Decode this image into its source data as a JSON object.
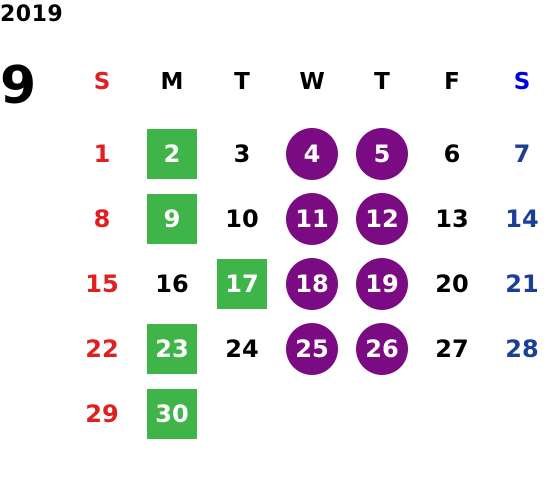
{
  "calendar": {
    "year": "2019",
    "month": "9",
    "weekdays": [
      "S",
      "M",
      "T",
      "W",
      "T",
      "F",
      "S"
    ],
    "weeks": [
      [
        {
          "d": "1",
          "m": ""
        },
        {
          "d": "2",
          "m": "green"
        },
        {
          "d": "3",
          "m": ""
        },
        {
          "d": "4",
          "m": "purple"
        },
        {
          "d": "5",
          "m": "purple"
        },
        {
          "d": "6",
          "m": ""
        },
        {
          "d": "7",
          "m": ""
        }
      ],
      [
        {
          "d": "8",
          "m": ""
        },
        {
          "d": "9",
          "m": "green"
        },
        {
          "d": "10",
          "m": ""
        },
        {
          "d": "11",
          "m": "purple"
        },
        {
          "d": "12",
          "m": "purple"
        },
        {
          "d": "13",
          "m": ""
        },
        {
          "d": "14",
          "m": ""
        }
      ],
      [
        {
          "d": "15",
          "m": ""
        },
        {
          "d": "16",
          "m": ""
        },
        {
          "d": "17",
          "m": "green"
        },
        {
          "d": "18",
          "m": "purple"
        },
        {
          "d": "19",
          "m": "purple"
        },
        {
          "d": "20",
          "m": ""
        },
        {
          "d": "21",
          "m": ""
        }
      ],
      [
        {
          "d": "22",
          "m": ""
        },
        {
          "d": "23",
          "m": "green"
        },
        {
          "d": "24",
          "m": ""
        },
        {
          "d": "25",
          "m": "purple"
        },
        {
          "d": "26",
          "m": "purple"
        },
        {
          "d": "27",
          "m": ""
        },
        {
          "d": "28",
          "m": ""
        }
      ],
      [
        {
          "d": "29",
          "m": ""
        },
        {
          "d": "30",
          "m": "green"
        },
        {
          "d": "",
          "m": ""
        },
        {
          "d": "",
          "m": ""
        },
        {
          "d": "",
          "m": ""
        },
        {
          "d": "",
          "m": ""
        },
        {
          "d": "",
          "m": ""
        }
      ]
    ]
  },
  "colors": {
    "green": "#3fb549",
    "purple": "#7a0b82",
    "sunday": "#e02020",
    "saturday": "#1a3f95"
  }
}
